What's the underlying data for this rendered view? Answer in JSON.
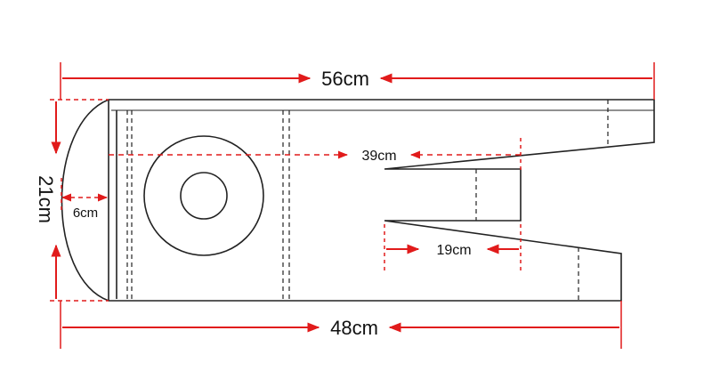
{
  "dimensions": {
    "total_length": "56cm",
    "base_length": "48cm",
    "height": "21cm",
    "slot_length": "39cm",
    "notch_length": "19cm",
    "curve_depth": "6cm"
  },
  "colors": {
    "outline": "#222222",
    "dimension": "#e11b1b",
    "background": "#ffffff"
  }
}
